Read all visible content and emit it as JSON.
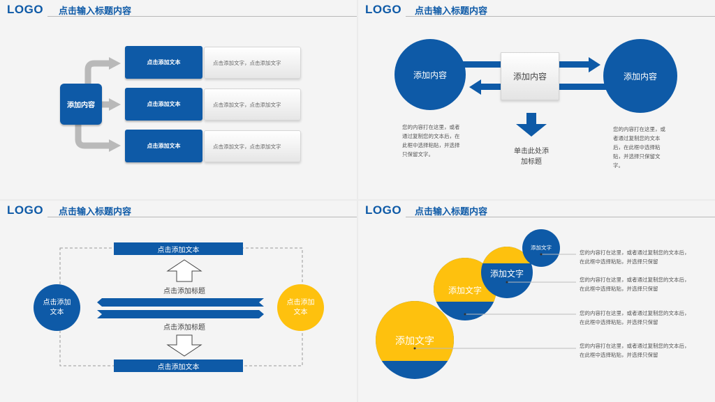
{
  "header": {
    "logo": "LOGO",
    "title": "点击输入标题内容"
  },
  "slide1": {
    "center": "添加内容",
    "rows": [
      {
        "label": "点击添加文本",
        "desc": "点击添加文字，点击添加文字"
      },
      {
        "label": "点击添加文本",
        "desc": "点击添加文字，点击添加文字"
      },
      {
        "label": "点击添加文本",
        "desc": "点击添加文字，点击添加文字"
      }
    ]
  },
  "slide2": {
    "left_circle": "添加内容",
    "right_circle": "添加内容",
    "center_box": "添加内容",
    "left_desc": "您的内容打在这里，或者通过复制您的文本后，在此框中选择粘贴，并选择只保留文字。",
    "right_desc": "您的内容打在这里，或者通过复制您的文本后，在此框中选择粘贴，并选择只保留文字。",
    "bottom_label": "单击此处添加标题"
  },
  "slide3": {
    "top_bar": "点击添加文本",
    "bottom_bar": "点击添加文本",
    "top_label": "点击添加标题",
    "bottom_label": "点击添加标题",
    "left_circle": "点击添加文本",
    "right_circle": "点击添加文本"
  },
  "slide4": {
    "circles": [
      "添加文字",
      "添加文字",
      "添加文字",
      "添加文字"
    ],
    "items": [
      "您的内容打在这里，或者通过复制您的文本后，在此框中选择粘贴，并选择只保留",
      "您的内容打在这里，或者通过复制您的文本后，在此框中选择粘贴，并选择只保留",
      "您的内容打在这里，或者通过复制您的文本后，在此框中选择粘贴，并选择只保留",
      "您的内容打在这里，或者通过复制您的文本后，在此框中选择粘贴，并选择只保留"
    ]
  },
  "colors": {
    "blue": "#0e5aa7",
    "yellow": "#fec10e",
    "gray_arrow": "#b9b9b9"
  }
}
